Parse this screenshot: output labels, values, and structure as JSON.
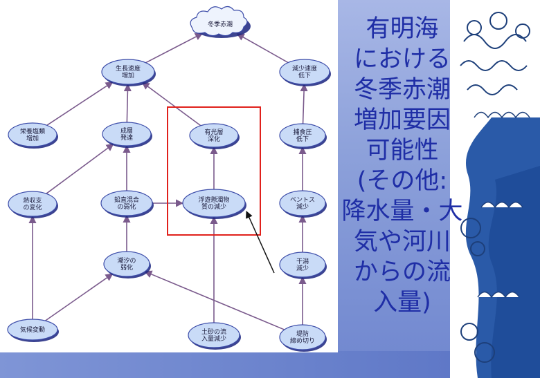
{
  "diagram": {
    "nodes": {
      "winter_red_tide": "冬季赤潮",
      "growth_rate_increase": "生長速度\n増加",
      "decline_rate_decrease": "減少速度\n低下",
      "nutrient_salt_increase": "栄養塩類\n増加",
      "stratification": "成層\n発達",
      "euphotic_deepening": "有光層\n深化",
      "grazing_pressure_decrease": "捕食圧\n低下",
      "heat_balance_change": "熱収支\nの変化",
      "vertical_mixing_weakening": "鉛直混合\nの弱化",
      "suspended_matter_decrease": "浮遊懸濁物\n質の減少",
      "benthos_decrease": "ベントス\n減少",
      "tide_weakening": "潮汐の\n弱化",
      "tidal_flat_decrease": "干潟\n減少",
      "climate_change": "気候変動",
      "sediment_inflow_decrease": "土砂の流\n入量減少",
      "embankment_closure": "堤防\n締め切り"
    }
  },
  "title_lines": [
    "有明海",
    "における",
    "冬季赤潮",
    "増加要因",
    "可能性",
    "(その他:",
    "降水量・大",
    "気や河川",
    "からの流",
    "入量)"
  ],
  "colors": {
    "node_fill": "#c9dbf7",
    "node_stroke": "#3b4ba8",
    "arrow": "#7a5a8c",
    "highlight_box": "#e0201b",
    "title_text": "#1f2ea6",
    "wave_blue": "#2a5aa8"
  }
}
